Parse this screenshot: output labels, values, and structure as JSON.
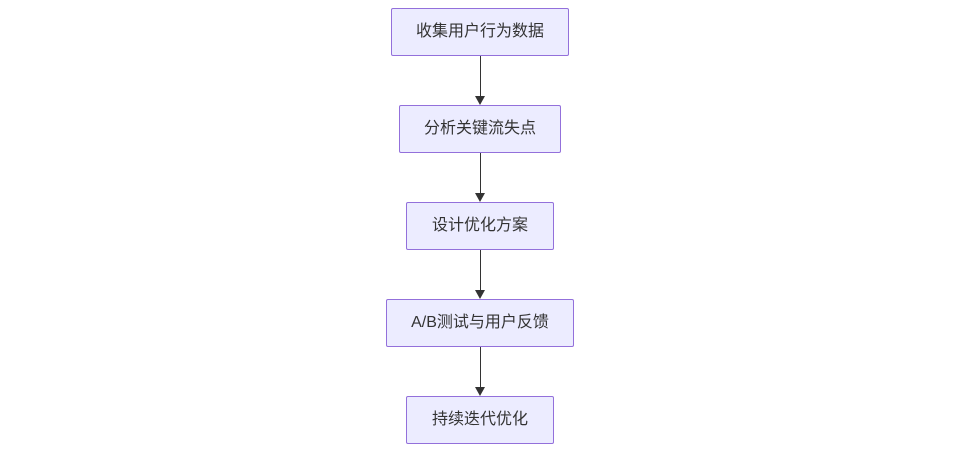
{
  "diagram": {
    "type": "flowchart",
    "direction": "top-down",
    "nodes": [
      {
        "id": "A",
        "label": "收集用户行为数据"
      },
      {
        "id": "B",
        "label": "分析关键流失点"
      },
      {
        "id": "C",
        "label": "设计优化方案"
      },
      {
        "id": "D",
        "label": "A/B测试与用户反馈"
      },
      {
        "id": "E",
        "label": "持续迭代优化"
      }
    ],
    "edges": [
      {
        "from": "A",
        "to": "B"
      },
      {
        "from": "B",
        "to": "C"
      },
      {
        "from": "C",
        "to": "D"
      },
      {
        "from": "D",
        "to": "E"
      }
    ],
    "colors": {
      "node_fill": "#ECECFF",
      "node_border": "#9370DB",
      "text": "#333333",
      "arrow": "#333333",
      "background": "#FFFFFF"
    }
  }
}
